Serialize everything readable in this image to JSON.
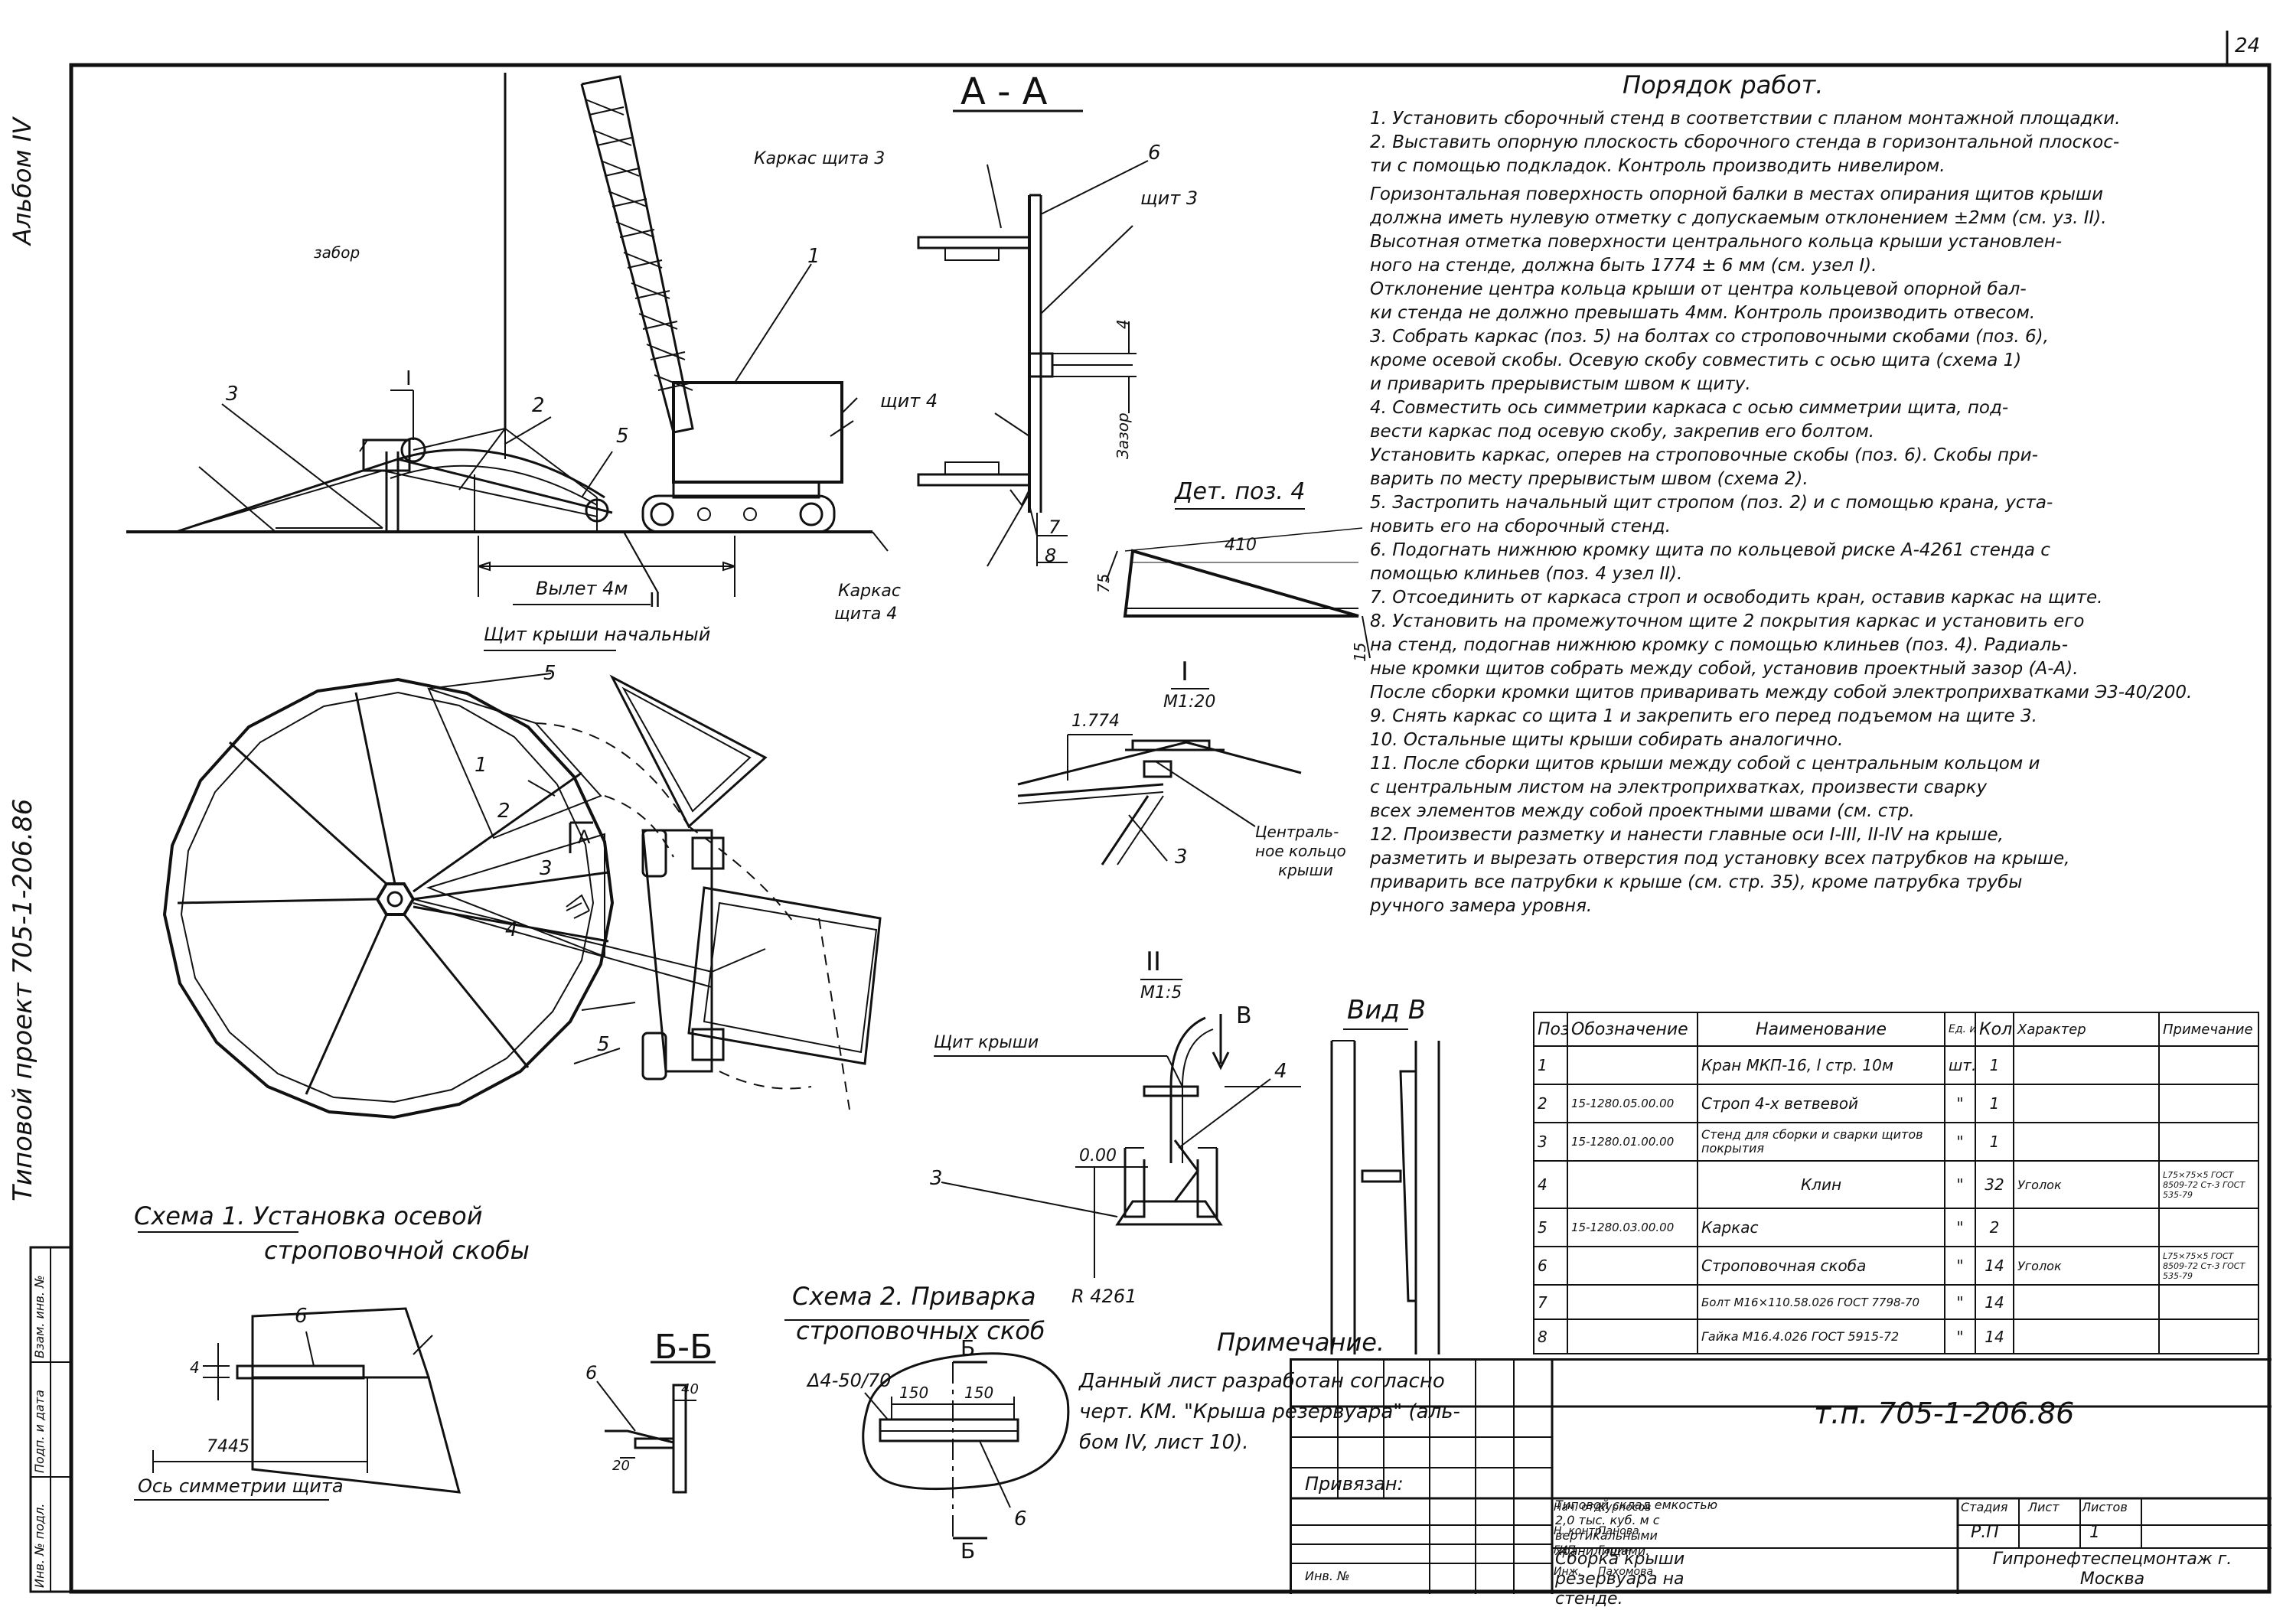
{
  "page_number": "24",
  "album_label": "Альбом IV",
  "project_label": "Типовой проект 705-1-206.86",
  "section_aa": "А - А",
  "procedure_title": "Порядок работ.",
  "procedure": [
    "1. Установить сборочный стенд в соответствии с планом монтажной площадки.",
    "2. Выставить опорную плоскость сборочного стенда в горизонтальной плоскос-",
    "ти с помощью подкладок. Контроль производить нивелиром.",
    "Горизонтальная поверхность опорной балки в местах опирания щитов крыши",
    "должна иметь нулевую отметку с допускаемым отклонением ±2мм (см. уз. II).",
    "Высотная отметка поверхности центрального кольца крыши установлен-",
    "ного на стенде, должна быть 1774 ± 6 мм (см. узел I).",
    "Отклонение центра кольца крыши от центра кольцевой опорной бал-",
    "ки стенда не должно превышать 4мм. Контроль производить отвесом.",
    "3. Собрать каркас (поз. 5) на болтах со строповочными скобами (поз. 6),",
    "кроме осевой скобы. Осевую скобу совместить с осью щита (схема 1)",
    "и приварить прерывистым швом к щиту.",
    "4. Совместить ось симметрии каркаса с осью симметрии щита, под-",
    "вести каркас под осевую скобу, закрепив его болтом.",
    "Установить каркас, оперев на строповочные скобы (поз. 6). Скобы при-",
    "варить по месту прерывистым швом (схема 2).",
    "5. Застропить начальный щит стропом (поз. 2) и с помощью крана, уста-",
    "новить его на сборочный стенд.",
    "6. Подогнать нижнюю кромку щита по кольцевой риске А-4261 стенда с",
    "помощью клиньев (поз. 4 узел II).",
    "7. Отсоединить от каркаса строп и освободить кран, оставив каркас на щите.",
    "8. Установить на промежуточном щите 2 покрытия каркас и установить его",
    "на стенд, подогнав нижнюю кромку с помощью клиньев (поз. 4). Радиаль-",
    "ные кромки щитов собрать между собой, установив проектный зазор (А-А).",
    "После сборки кромки щитов приваривать между собой электроприхватками Э3-40/200.",
    "9. Снять каркас со щита 1 и закрепить его перед подъемом на щите 3.",
    "10. Остальные щиты крыши собирать аналогично.",
    "11. После сборки щитов крыши между собой с центральным кольцом и",
    "с центральным листом на электроприхватках, произвести сварку",
    "всех элементов между собой проектными швами (см. стр.",
    "12. Произвести разметку и нанести главные оси I-III, II-IV на крыше,",
    "разметить и вырезать отверстия под установку всех патрубков на крыше,",
    "приварить все патрубки к крыше (см. стр. 35), кроме патрубка трубы",
    "ручного замера уровня."
  ],
  "labels": {
    "karkas3": "Каркас щита 3",
    "shit3": "щит 3",
    "shit4": "щит 4",
    "karkas4a": "Каркас",
    "karkas4b": "щита 4",
    "zazor": "Зазор",
    "vylet": "Вылет 4м",
    "shit_nach": "Щит крыши начальный",
    "det4": "Дет. поз. 4",
    "d410": "410",
    "d75": "75",
    "d15": "15",
    "node1": "I",
    "node1_scale": "М1:20",
    "d1774": "1.774",
    "central_a": "Централь-",
    "central_b": "ное кольцо",
    "central_c": "крыши",
    "node2": "II",
    "node2_scale": "М1:5",
    "shit_kryshi": "Щит крыши",
    "zero": "0.00",
    "r4261": "R 4261",
    "vid_b": "Вид В",
    "b": "В",
    "bb": "Б-Б",
    "b_letter": "Б",
    "weld": "Δ4-50/70",
    "d150a": "150",
    "d150b": "150",
    "d40": "40",
    "d20": "20",
    "d7445": "7445",
    "d4": "4",
    "scheme1_a": "Схема 1. Установка осевой",
    "scheme1_b": "строповочной скобы",
    "scheme2_a": "Схема 2. Приварка",
    "scheme2_b": "строповочных скоб",
    "axis_sym": "Ось симметрии щита",
    "a_mark": "А",
    "fence": "забор"
  },
  "callouts": [
    "1",
    "2",
    "3",
    "4",
    "5",
    "6",
    "7",
    "8"
  ],
  "note_title": "Примечание.",
  "note_lines": [
    "Данный лист разработан согласно",
    "черт. КМ. \"Крыша резервуара\" (аль-",
    "бом IV, лист 10)."
  ],
  "spec": {
    "headers": [
      "Поз",
      "Обозначение",
      "Наименование",
      "Ед. изм.",
      "Кол.",
      "Характер",
      "Примечание"
    ],
    "rows": [
      [
        "1",
        "",
        "Кран МКП-16, l стр. 10м",
        "шт.",
        "1",
        "",
        ""
      ],
      [
        "2",
        "15-1280.05.00.00",
        "Строп 4-х ветвевой",
        "\"",
        "1",
        "",
        ""
      ],
      [
        "3",
        "15-1280.01.00.00",
        "Стенд для сборки и сварки щитов покрытия",
        "\"",
        "1",
        "",
        ""
      ],
      [
        "4",
        "",
        "Клин",
        "\"",
        "32",
        "Уголок",
        "L75×75×5 ГОСТ 8509-72 Ст-3 ГОСТ 535-79"
      ],
      [
        "5",
        "15-1280.03.00.00",
        "Каркас",
        "\"",
        "2",
        "",
        ""
      ],
      [
        "6",
        "",
        "Строповочная скоба",
        "\"",
        "14",
        "Уголок",
        "L75×75×5 ГОСТ 8509-72 Ст-3 ГОСТ 535-79"
      ],
      [
        "7",
        "",
        "Болт М16×110.58.026 ГОСТ 7798-70",
        "\"",
        "14",
        "",
        ""
      ],
      [
        "8",
        "",
        "Гайка М16.4.026 ГОСТ 5915-72",
        "\"",
        "14",
        "",
        ""
      ]
    ]
  },
  "stamp": {
    "doc_code": "т.п. 705-1-206.86",
    "privyazan": "Привязан:",
    "inv": "Инв. №",
    "roles": [
      "Нач. отд.",
      "Н. контр.",
      "ГИП",
      "Инж."
    ],
    "names": [
      "Курносов",
      "Панова",
      "Гарин",
      "Пахомова"
    ],
    "project_name": "Типовой склад ем­костью 2,0 тыс. куб. м с вертикальными хранилищами.",
    "sheet_name": "Сборка крыши резер­вуара на стенде.",
    "stage_h": "Стадия",
    "sheet_h": "Лист",
    "sheets_h": "Листов",
    "stage": "Р.П",
    "sheet": "1",
    "org": "Гипронефтеспец­монтаж г. Москва"
  },
  "left_margin": [
    "Инв. № подл.",
    "Подп. и дата",
    "Взам. инв. №"
  ]
}
